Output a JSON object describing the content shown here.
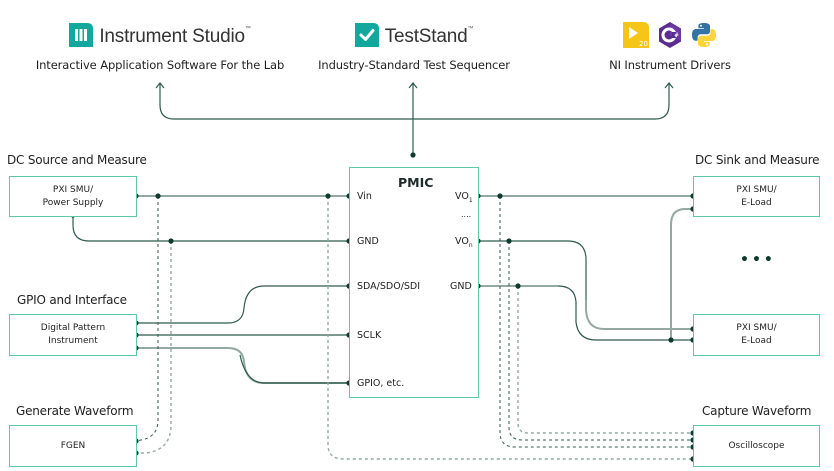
{
  "software": {
    "instrument_studio": {
      "icon": "instrument-studio-logo-icon",
      "name": "Instrument Studio",
      "trademark": "™",
      "description": "Interactive Application Software For the Lab"
    },
    "teststand": {
      "icon": "teststand-checkmark-logo-icon",
      "name": "TestStand",
      "trademark": "™",
      "description": "Industry-Standard Test Sequencer"
    },
    "drivers": {
      "icons": [
        "labview-logo-icon",
        "csharp-logo-icon",
        "python-logo-icon"
      ],
      "labview_badge": "20",
      "description": "NI Instrument Drivers"
    }
  },
  "sections": {
    "dc_source": {
      "title": "DC Source and Measure",
      "box_lines": [
        "PXI SMU/",
        "Power Supply"
      ]
    },
    "gpio": {
      "title": "GPIO and Interface",
      "box_lines": [
        "Digital Pattern",
        "Instrument"
      ]
    },
    "waveform_gen": {
      "title": "Generate Waveform",
      "box_lines": [
        "FGEN"
      ]
    },
    "dc_sink": {
      "title": "DC Sink and Measure",
      "box1_lines": [
        "PXI SMU/",
        "E-Load"
      ],
      "more": "•••",
      "box2_lines": [
        "PXI SMU/",
        "E-Load"
      ]
    },
    "waveform_capture": {
      "title": "Capture Waveform",
      "box_lines": [
        "Oscilloscope"
      ]
    }
  },
  "pmic": {
    "title": "PMIC",
    "left_pins": [
      "Vin",
      "GND",
      "SDA/SDO/SDI",
      "SCLK",
      "GPIO, etc."
    ],
    "right_pins": {
      "vo1": "VO",
      "vo1_sub": "1",
      "ellipsis": "....",
      "von": "VO",
      "von_sub": "n",
      "gnd": "GND"
    }
  },
  "colors": {
    "box_border": "#5cc9a7",
    "wire_dark": "#2f5a4f",
    "wire_light": "#93a8a0",
    "node": "#0d3b2e",
    "teal_brand": "#13a89e",
    "labview_yellow": "#f5c518",
    "csharp_purple": "#5c2d91",
    "python_blue": "#3572a5",
    "python_yellow": "#ffd43b"
  }
}
